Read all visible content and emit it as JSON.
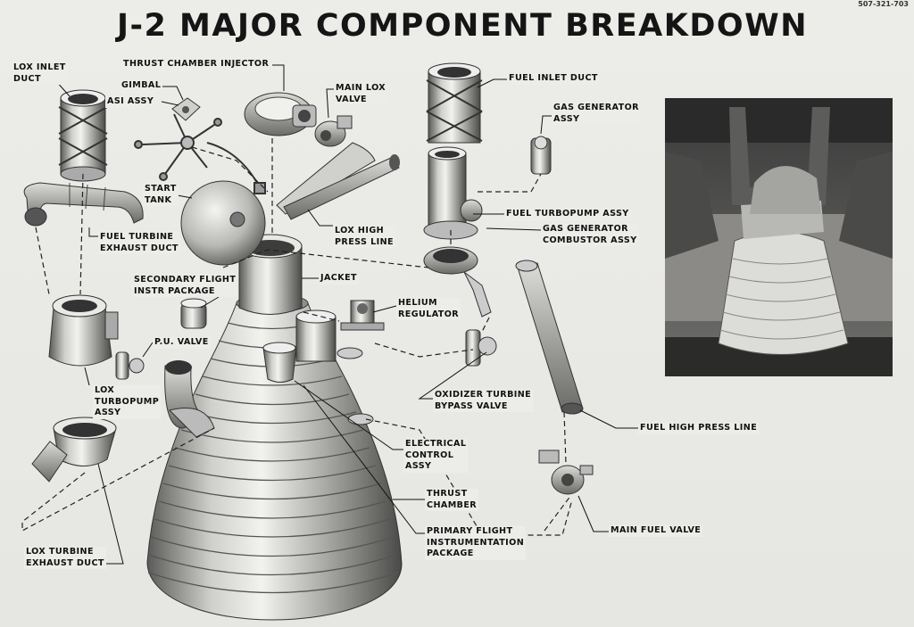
{
  "title": "J-2 MAJOR COMPONENT BREAKDOWN",
  "doc_number": "507-321-703",
  "labels": {
    "lox_inlet_duct": "LOX INLET\nDUCT",
    "thrust_chamber_injector": "THRUST CHAMBER INJECTOR",
    "gimbal": "GIMBAL",
    "asi_assy": "ASI ASSY",
    "main_lox_valve": "MAIN LOX\nVALVE",
    "fuel_inlet_duct": "FUEL INLET DUCT",
    "gas_generator_assy": "GAS GENERATOR\nASSY",
    "start_tank": "START\nTANK",
    "lox_high_press_line": "LOX HIGH\nPRESS LINE",
    "fuel_turbopump_assy": "FUEL TURBOPUMP ASSY",
    "gas_generator_combustor_assy": "GAS GENERATOR\nCOMBUSTOR ASSY",
    "fuel_turbine_exhaust_duct": "FUEL TURBINE\nEXHAUST DUCT",
    "secondary_flight_instr_package": "SECONDARY FLIGHT\nINSTR PACKAGE",
    "jacket": "JACKET",
    "helium_regulator": "HELIUM\nREGULATOR",
    "pu_valve": "P.U. VALVE",
    "lox_turbopump_assy": "LOX\nTURBOPUMP\nASSY",
    "oxidizer_turbine_bypass_valve": "OXIDIZER TURBINE\nBYPASS VALVE",
    "fuel_high_press_line": "FUEL HIGH PRESS LINE",
    "electrical_control_assy": "ELECTRICAL\nCONTROL\nASSY",
    "thrust_chamber": "THRUST\nCHAMBER",
    "primary_flight_instrumentation_package": "PRIMARY FLIGHT\nINSTRUMENTATION\nPACKAGE",
    "main_fuel_valve": "MAIN FUEL VALVE",
    "lox_turbine_exhaust_duct": "LOX TURBINE\nEXHAUST DUCT"
  }
}
